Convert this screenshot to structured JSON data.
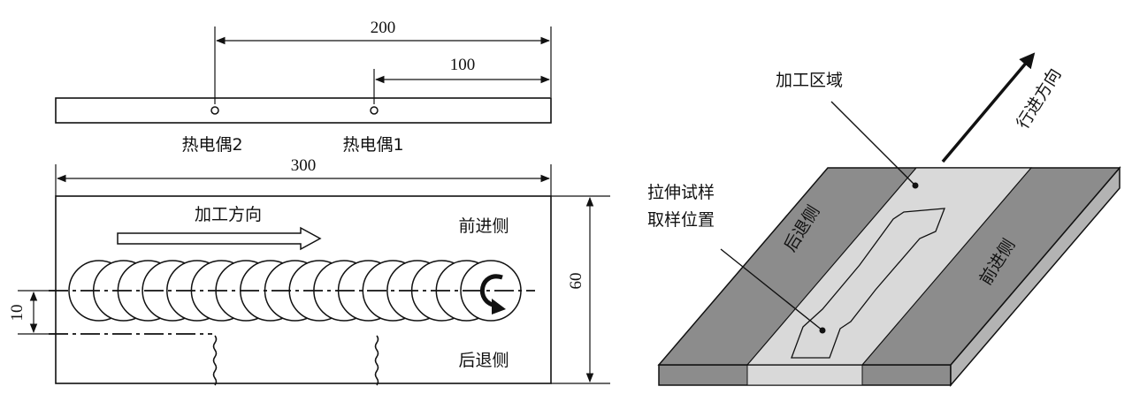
{
  "left_top": {
    "dim_200": "200",
    "dim_100": "100",
    "thermocouple_2": "热电偶2",
    "thermocouple_1": "热电偶1"
  },
  "left_bottom": {
    "dim_300": "300",
    "dim_60": "60",
    "dim_10": "10",
    "processing_direction": "加工方向",
    "advancing_side": "前进侧",
    "retreating_side": "后退侧",
    "pass_circle_count": 17
  },
  "right": {
    "processing_zone": "加工区域",
    "travel_direction": "行进方向",
    "tensile_sample_line1": "拉伸试样",
    "tensile_sample_line2": "取样位置",
    "retreating_side": "后退侧",
    "advancing_side": "前进侧"
  },
  "colors": {
    "ink": "#111111",
    "dark_gray": "#8c8c8c",
    "light_gray": "#d9d9d9",
    "mid_gray": "#b3b3b3"
  }
}
